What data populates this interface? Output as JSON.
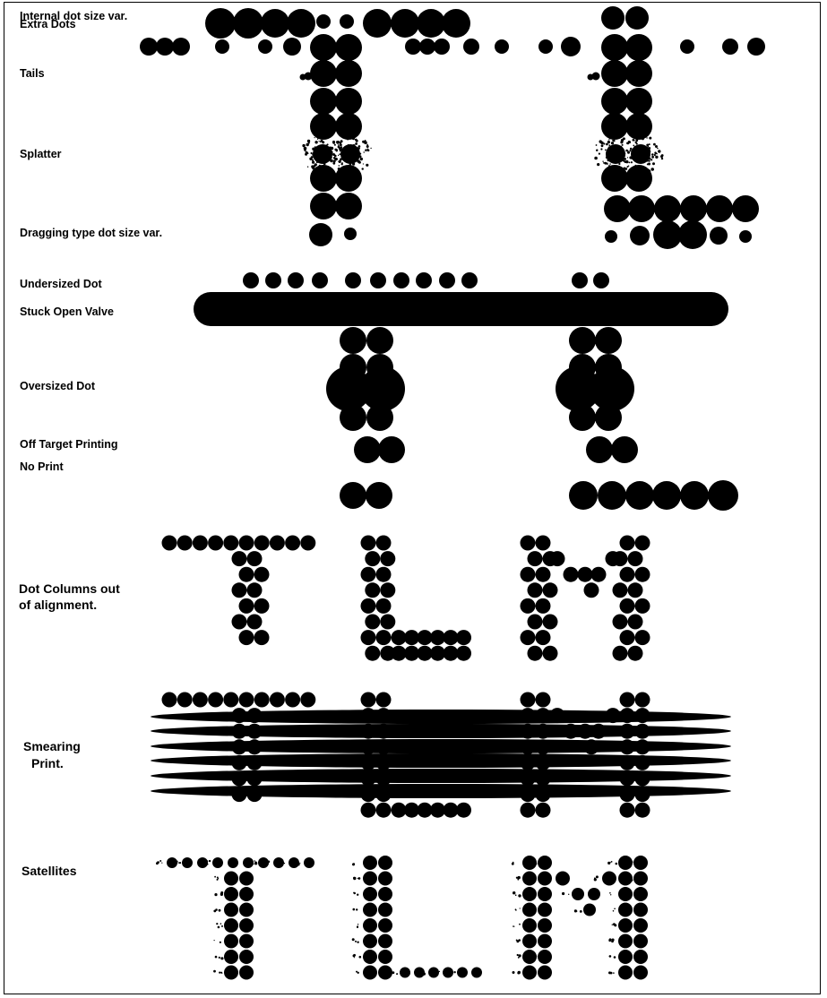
{
  "labels": {
    "internal_dot_size_var": "Internal dot size var.",
    "extra_dots": "Extra Dots",
    "tails": "Tails",
    "splatter": "Splatter",
    "dragging_type_dot_size_var": "Dragging type dot size var.",
    "undersized_dot": "Undersized Dot",
    "stuck_open_valve": "Stuck Open Valve",
    "oversized_dot": "Oversized Dot",
    "off_target_printing": "Off Target Printing",
    "no_print": "No Print",
    "dot_columns_line1": "Dot Columns out",
    "dot_columns_line2": "of alignment.",
    "smearing_line1": "Smearing",
    "smearing_line2": "Print.",
    "satellites": "Satellites"
  },
  "colors": {
    "ink": "#000000",
    "background": "#ffffff"
  }
}
